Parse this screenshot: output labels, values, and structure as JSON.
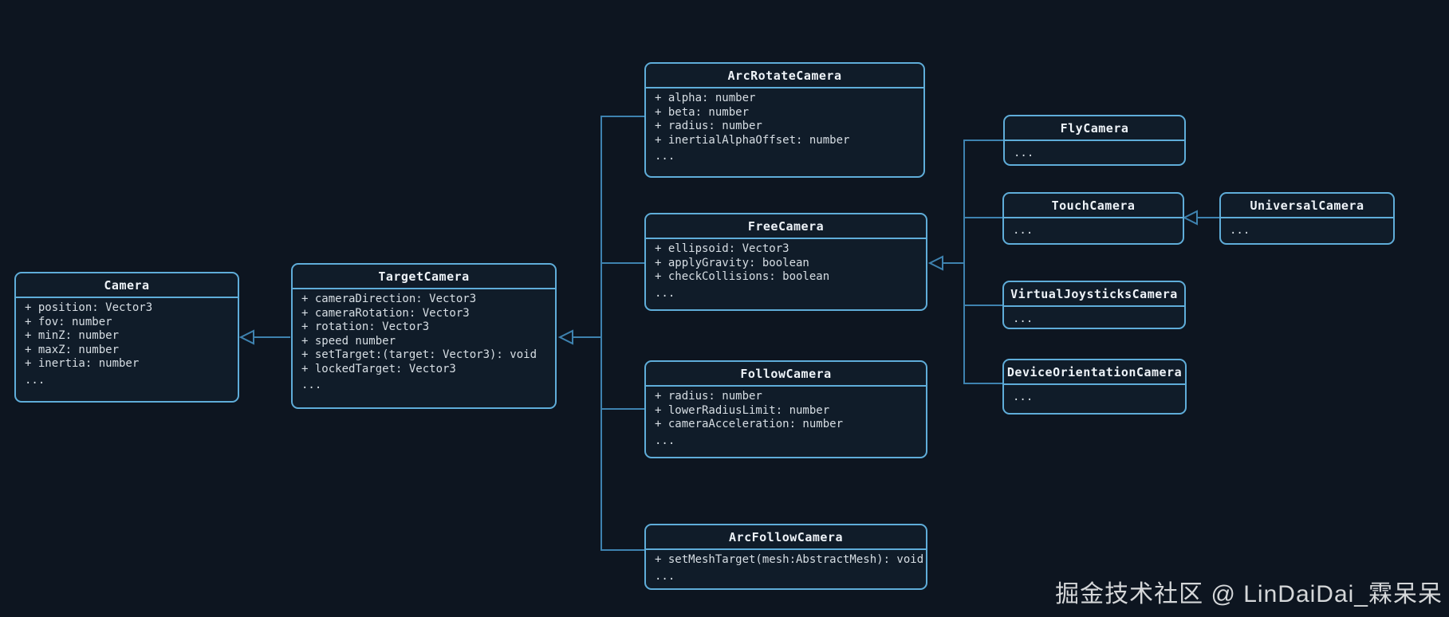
{
  "diagram": {
    "type": "uml-class-diagram",
    "classes": {
      "camera": {
        "name": "Camera",
        "members": [
          "+ position: Vector3",
          "+ fov: number",
          "+ minZ: number",
          "+ maxZ: number",
          "+ inertia: number",
          "..."
        ]
      },
      "target_camera": {
        "name": "TargetCamera",
        "members": [
          "+ cameraDirection: Vector3",
          "+ cameraRotation: Vector3",
          "+ rotation: Vector3",
          "+ speed number",
          "+ setTarget:(target: Vector3): void",
          "+ lockedTarget: Vector3",
          "..."
        ]
      },
      "arc_rotate_camera": {
        "name": "ArcRotateCamera",
        "members": [
          "+ alpha: number",
          "+ beta: number",
          "+ radius: number",
          "+ inertialAlphaOffset: number",
          "..."
        ]
      },
      "free_camera": {
        "name": "FreeCamera",
        "members": [
          "+ ellipsoid: Vector3",
          "+ applyGravity: boolean",
          "+ checkCollisions: boolean",
          "..."
        ]
      },
      "follow_camera": {
        "name": "FollowCamera",
        "members": [
          "+ radius: number",
          "+ lowerRadiusLimit: number",
          "+ cameraAcceleration: number",
          "..."
        ]
      },
      "arc_follow_camera": {
        "name": "ArcFollowCamera",
        "members": [
          "+ setMeshTarget(mesh:AbstractMesh): void",
          "..."
        ]
      },
      "fly_camera": {
        "name": "FlyCamera",
        "members": [
          "..."
        ]
      },
      "touch_camera": {
        "name": "TouchCamera",
        "members": [
          "..."
        ]
      },
      "universal_camera": {
        "name": "UniversalCamera",
        "members": [
          "..."
        ]
      },
      "virtual_joysticks_camera": {
        "name": "VirtualJoysticksCamera",
        "members": [
          "..."
        ]
      },
      "device_orientation_camera": {
        "name": "DeviceOrientationCamera",
        "members": [
          "..."
        ]
      }
    },
    "relations": [
      "TargetCamera --|> Camera",
      "ArcRotateCamera --|> TargetCamera",
      "FreeCamera --|> TargetCamera",
      "FollowCamera --|> TargetCamera",
      "ArcFollowCamera --|> TargetCamera",
      "FlyCamera --|> FreeCamera",
      "TouchCamera --|> FreeCamera",
      "VirtualJoysticksCamera --|> FreeCamera",
      "DeviceOrientationCamera --|> FreeCamera",
      "UniversalCamera --|> TouchCamera"
    ],
    "colors": {
      "background": "#0d1520",
      "box_fill": "#101c29",
      "box_border": "#5fadd9",
      "connector": "#3e82af",
      "title_text": "#eef3f8",
      "member_text": "#d7dee4",
      "watermark_text": "#d5d7d9"
    }
  },
  "watermark": "掘金技术社区 @ LinDaiDai_霖呆呆"
}
